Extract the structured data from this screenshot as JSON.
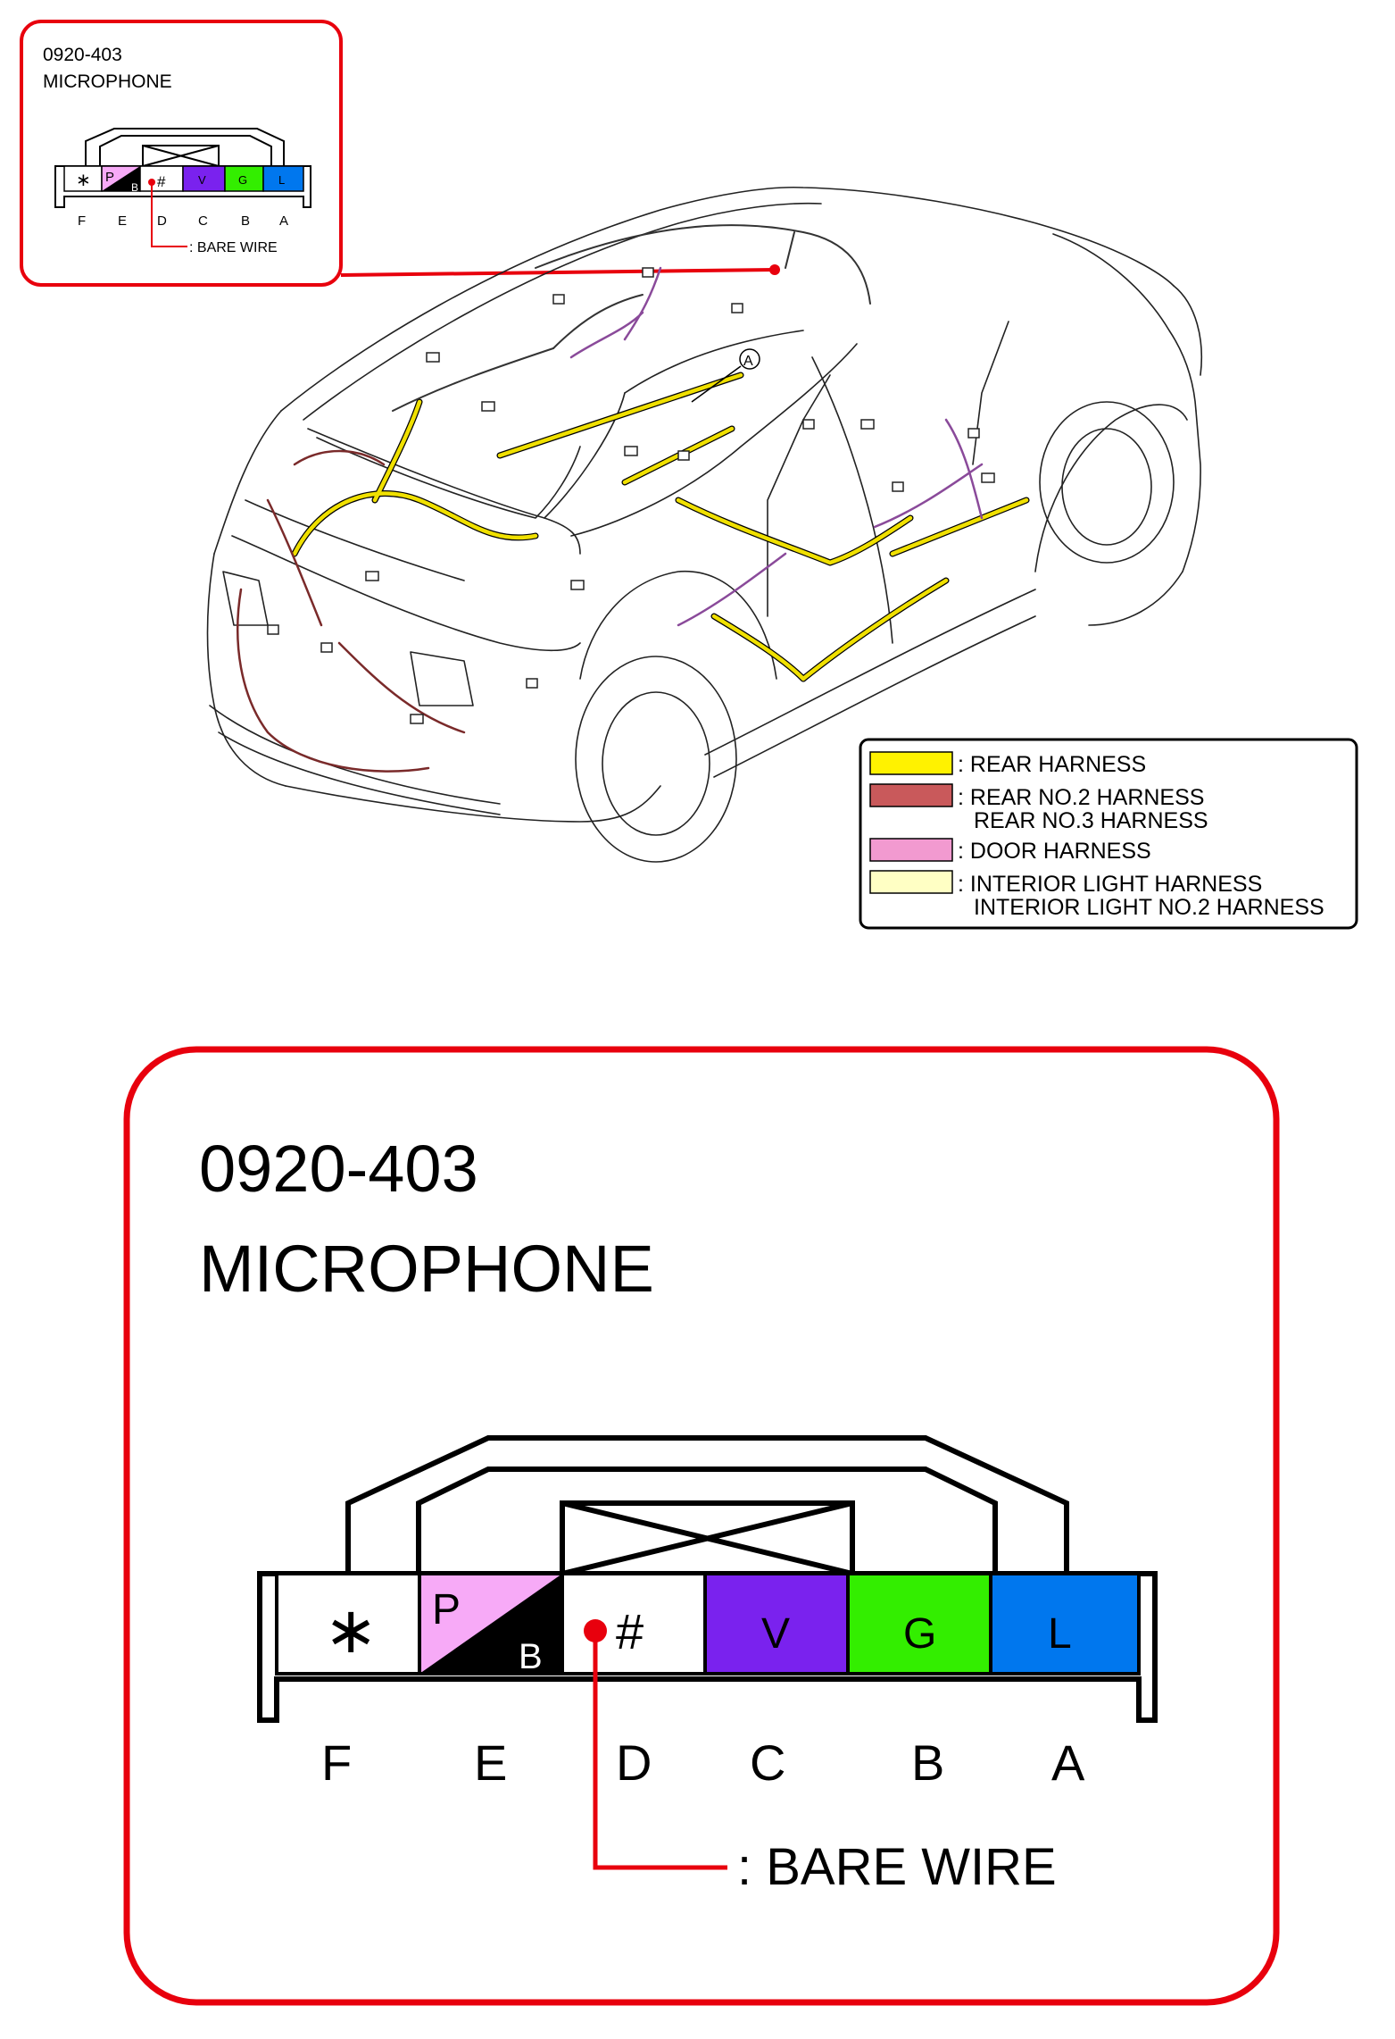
{
  "connector": {
    "code": "0920-403",
    "name": "MICROPHONE",
    "bare_wire_label": ": BARE WIRE",
    "pins": [
      {
        "letter": "F",
        "text": "∗",
        "color": "#ffffff"
      },
      {
        "letter": "E",
        "text": "P",
        "text2": "B",
        "color": "#f7aaf7",
        "color2": "#000000"
      },
      {
        "letter": "D",
        "text": "#",
        "color": "#ffffff",
        "bare_wire": true
      },
      {
        "letter": "C",
        "text": "V",
        "color": "#7a22ee"
      },
      {
        "letter": "B",
        "text": "G",
        "color": "#33ee00"
      },
      {
        "letter": "A",
        "text": "L",
        "color": "#0077ee"
      }
    ]
  },
  "callout": "A",
  "legend": [
    {
      "lines": [
        ": REAR HARNESS"
      ],
      "color": "#fff200"
    },
    {
      "lines": [
        ": REAR NO.2 HARNESS",
        "REAR NO.3 HARNESS"
      ],
      "color": "#c9595b"
    },
    {
      "lines": [
        ": DOOR HARNESS"
      ],
      "color": "#f29ad0"
    },
    {
      "lines": [
        ": INTERIOR LIGHT HARNESS",
        "INTERIOR LIGHT NO.2 HARNESS"
      ],
      "color": "#ffffc4"
    }
  ],
  "colors": {
    "frame_red": "#e8000d",
    "rear_harness": "#f0e000",
    "rear_no2_harness": "#7a2a2a",
    "door_harness": "#8a4a9a"
  }
}
